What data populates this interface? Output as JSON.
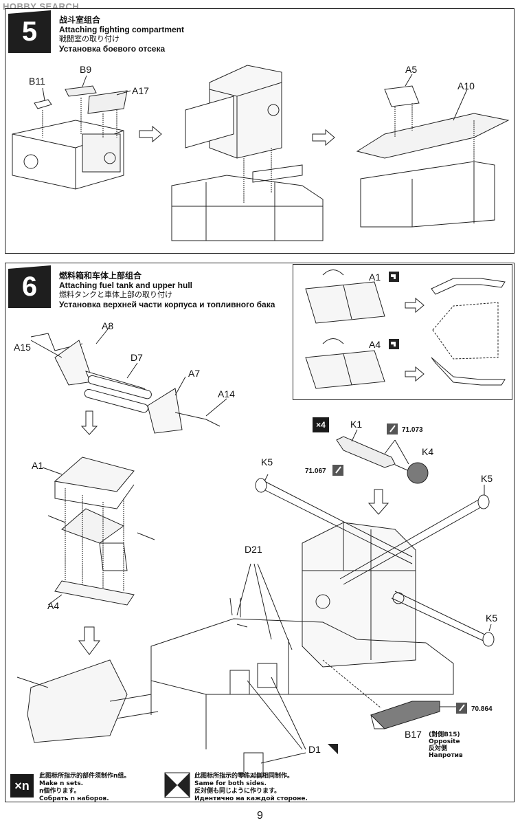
{
  "watermark": "HOBBY SEARCH",
  "step5": {
    "number": "5",
    "title_cn": "战斗室组合",
    "title_en": "Attaching fighting compartment",
    "title_jp": "戦闘室の取り付け",
    "title_ru": "Установка боевого отсека",
    "parts": [
      "B11",
      "B9",
      "A17",
      "A5",
      "A10"
    ]
  },
  "step6": {
    "number": "6",
    "title_cn": "燃料箱和车体上部组合",
    "title_en": "Attaching fuel tank and upper hull",
    "title_jp": "燃料タンクと車体上部の取り付け",
    "title_ru": "Установка верхней части корпуса и топливного бака",
    "parts": {
      "a15": "A15",
      "a8": "A8",
      "d7": "D7",
      "a7": "A7",
      "a14": "A14",
      "a1": "A1",
      "a4": "A4",
      "a1b": "A1",
      "a4b": "A4",
      "k1": "K1",
      "k4": "K4",
      "k5a": "K5",
      "k5b": "K5",
      "k5c": "K5",
      "d21": "D21",
      "d1": "D1",
      "b17": "B17",
      "x4": "×4"
    },
    "paints": {
      "p1": "71.073",
      "p2": "71.067",
      "p3": "70.864"
    },
    "opposite": {
      "cn": "(對側B15)",
      "en": "Opposite",
      "jp": "反対側",
      "ru": "Напротив"
    }
  },
  "legend": {
    "xn": {
      "symbol": "×n",
      "cn": "此图标所指示的部件须制作n组。",
      "en": "Make n sets.",
      "jp": "n個作ります。",
      "ru": "Собрать n наборов."
    },
    "both": {
      "cn": "此图标所指示的零件对侧相同制作。",
      "en": "Same for both sides.",
      "jp": "反対側も同じように作ります。",
      "ru": "Идентично на каждой стороне."
    }
  },
  "page_number": "9"
}
